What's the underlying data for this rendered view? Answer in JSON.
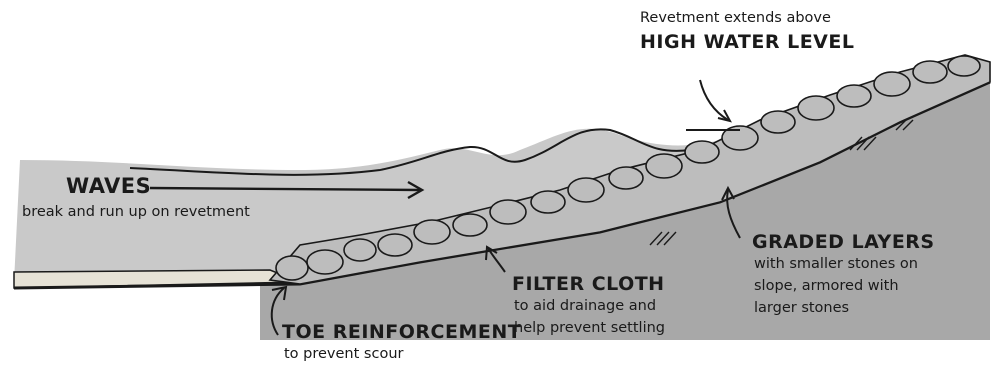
{
  "labels": {
    "revetment_note": "Revetment extends above",
    "high_water": "HIGH WATER LEVEL",
    "waves": "WAVES",
    "waves_desc": "break and run up on revetment",
    "graded_layers": "GRADED LAYERS",
    "graded_desc_1": "with smaller stones on",
    "graded_desc_2": "slope, armored with",
    "graded_desc_3": "larger stones",
    "filter_cloth": "FILTER CLOTH",
    "filter_desc_1": "to aid drainage and",
    "filter_desc_2": "help prevent settling",
    "toe": "TOE REINFORCEMENT",
    "toe_desc": "to prevent scour"
  },
  "colors": {
    "water": "#c9c9c9",
    "soil": "#a8a8a8",
    "stone": "#bdbdbd",
    "ink": "#1a1a1a",
    "sand": "#e6e2d6"
  }
}
